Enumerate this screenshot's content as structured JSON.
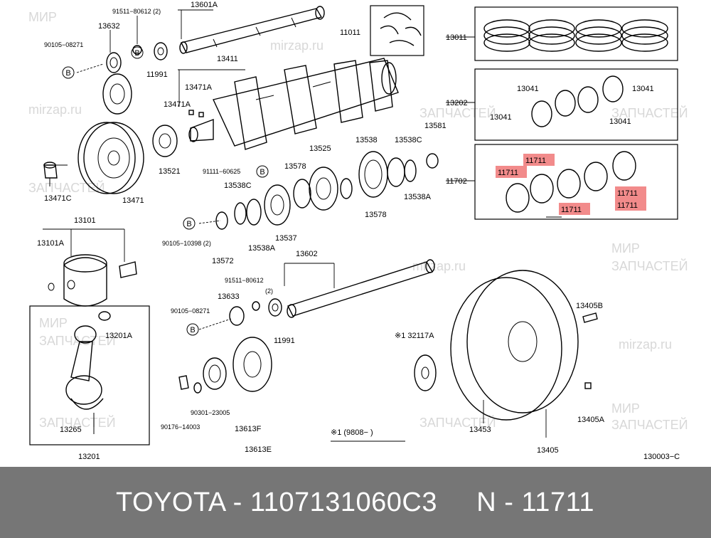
{
  "diagram": {
    "watermarks": [
      "МИР",
      "ЗАПЧАСТЕЙ",
      "mirzap.ru"
    ],
    "labels": {
      "p13601A": "13601A",
      "p91511a": "91511−80612 (2)",
      "p13632": "13632",
      "p90105a": "90105−08271",
      "p11991a": "11991",
      "p13411": "13411",
      "p13471A_1": "13471A",
      "p13471A_2": "13471A",
      "p13521": "13521",
      "p13471C": "13471C",
      "p13471": "13471",
      "p11011": "11011",
      "p13011": "13011",
      "p13202": "13202",
      "p13041a": "13041",
      "p13041b": "13041",
      "p13041c": "13041",
      "p13041d": "13041",
      "p11702": "11702",
      "p11711a": "11711",
      "p11711b": "11711",
      "p11711c": "11711",
      "p11711d": "11711",
      "p11711e": "11711",
      "p13538": "13538",
      "p13538C_1": "13538C",
      "p13581": "13581",
      "p13525": "13525",
      "p91111": "91111−60625",
      "p13578a": "13578",
      "p13538C_2": "13538C",
      "p13538A_1": "13538A",
      "p13578b": "13578",
      "p90105b": "90105−10398 (2)",
      "p13572": "13572",
      "p13537": "13537",
      "p13538A_2": "13538A",
      "p13101": "13101",
      "p13101A": "13101A",
      "p13602": "13602",
      "p91511b": "91511−80612",
      "p2": "(2)",
      "p13633": "13633",
      "p90105c": "90105−08271",
      "p11991b": "11991",
      "p13201A": "13201A",
      "p32117A": "※1 32117A",
      "p13405B": "13405B",
      "p90301": "90301−23005",
      "p90176": "90176−14003",
      "p13613F": "13613F",
      "p13613E": "13613E",
      "p13265": "13265",
      "p13201": "13201",
      "p9808": "※1 (9808−        )",
      "p13453": "13453",
      "p13405": "13405",
      "p13405A": "13405A",
      "p130003": "130003−C",
      "b1": "B",
      "b2": "B",
      "b3": "B",
      "b4": "B",
      "b5": "B"
    }
  },
  "footer": {
    "caption": "TOYOTA - 1107131060C3     N - 11711"
  }
}
